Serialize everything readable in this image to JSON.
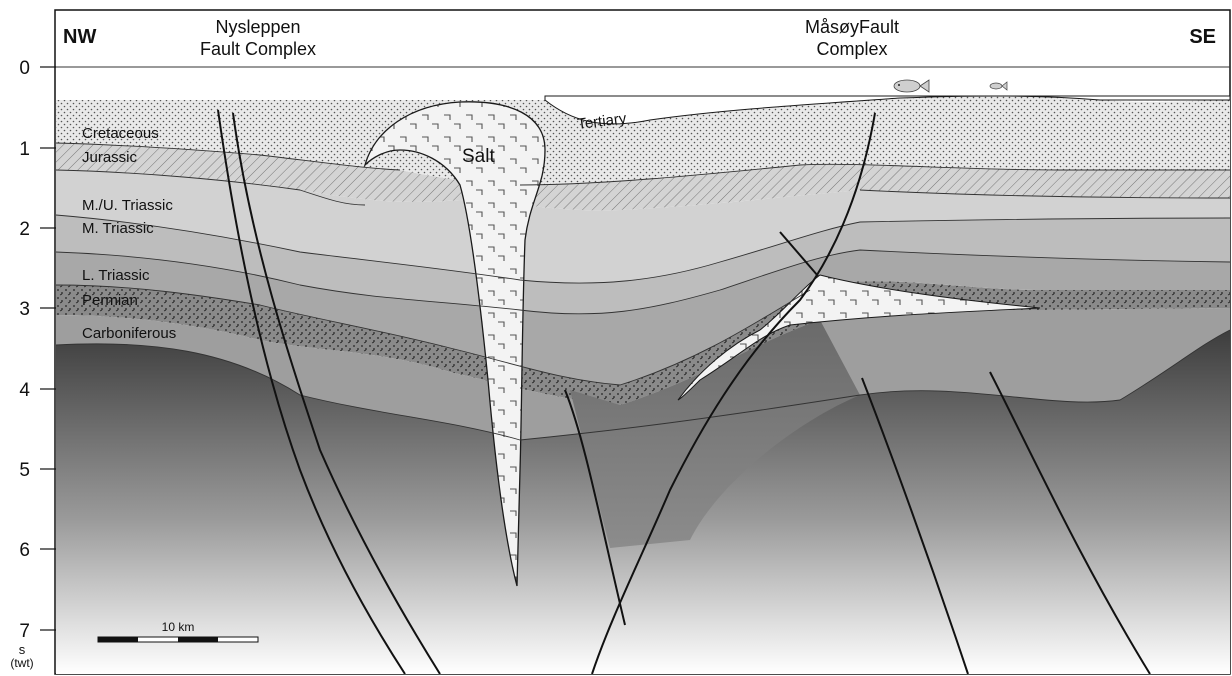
{
  "corners": {
    "left": "NW",
    "right": "SE"
  },
  "fault_complexes": [
    {
      "line1": "Nysleppen",
      "line2": "Fault Complex"
    },
    {
      "line1": "MåsøyFault",
      "line2": "Complex"
    }
  ],
  "y_axis": {
    "ticks": [
      "0",
      "1",
      "2",
      "3",
      "4",
      "5",
      "6",
      "7"
    ],
    "unit": "s",
    "unit_note": "(twt)"
  },
  "layers": {
    "cretaceous": "Cretaceous",
    "jurassic": "Jurassic",
    "mu_triassic": "M./U. Triassic",
    "m_triassic": "M. Triassic",
    "l_triassic": "L. Triassic",
    "permian": "Permian",
    "carboniferous": "Carboniferous",
    "salt": "Salt",
    "tertiary": "Tertiary"
  },
  "scale_bar": {
    "label": "10 km"
  },
  "colors": {
    "cretaceous": "#e6e6e6",
    "jurassic": "#dadada",
    "mu_triassic": "#cfcfcf",
    "m_triassic": "#b8b8b8",
    "l_triassic": "#a5a5a5",
    "permian": "#8c8c8c",
    "carboniferous": "#a0a0a0",
    "basement": "#5a5a5a",
    "salt": "#f4f4f4",
    "line": "#1a1a1a"
  }
}
